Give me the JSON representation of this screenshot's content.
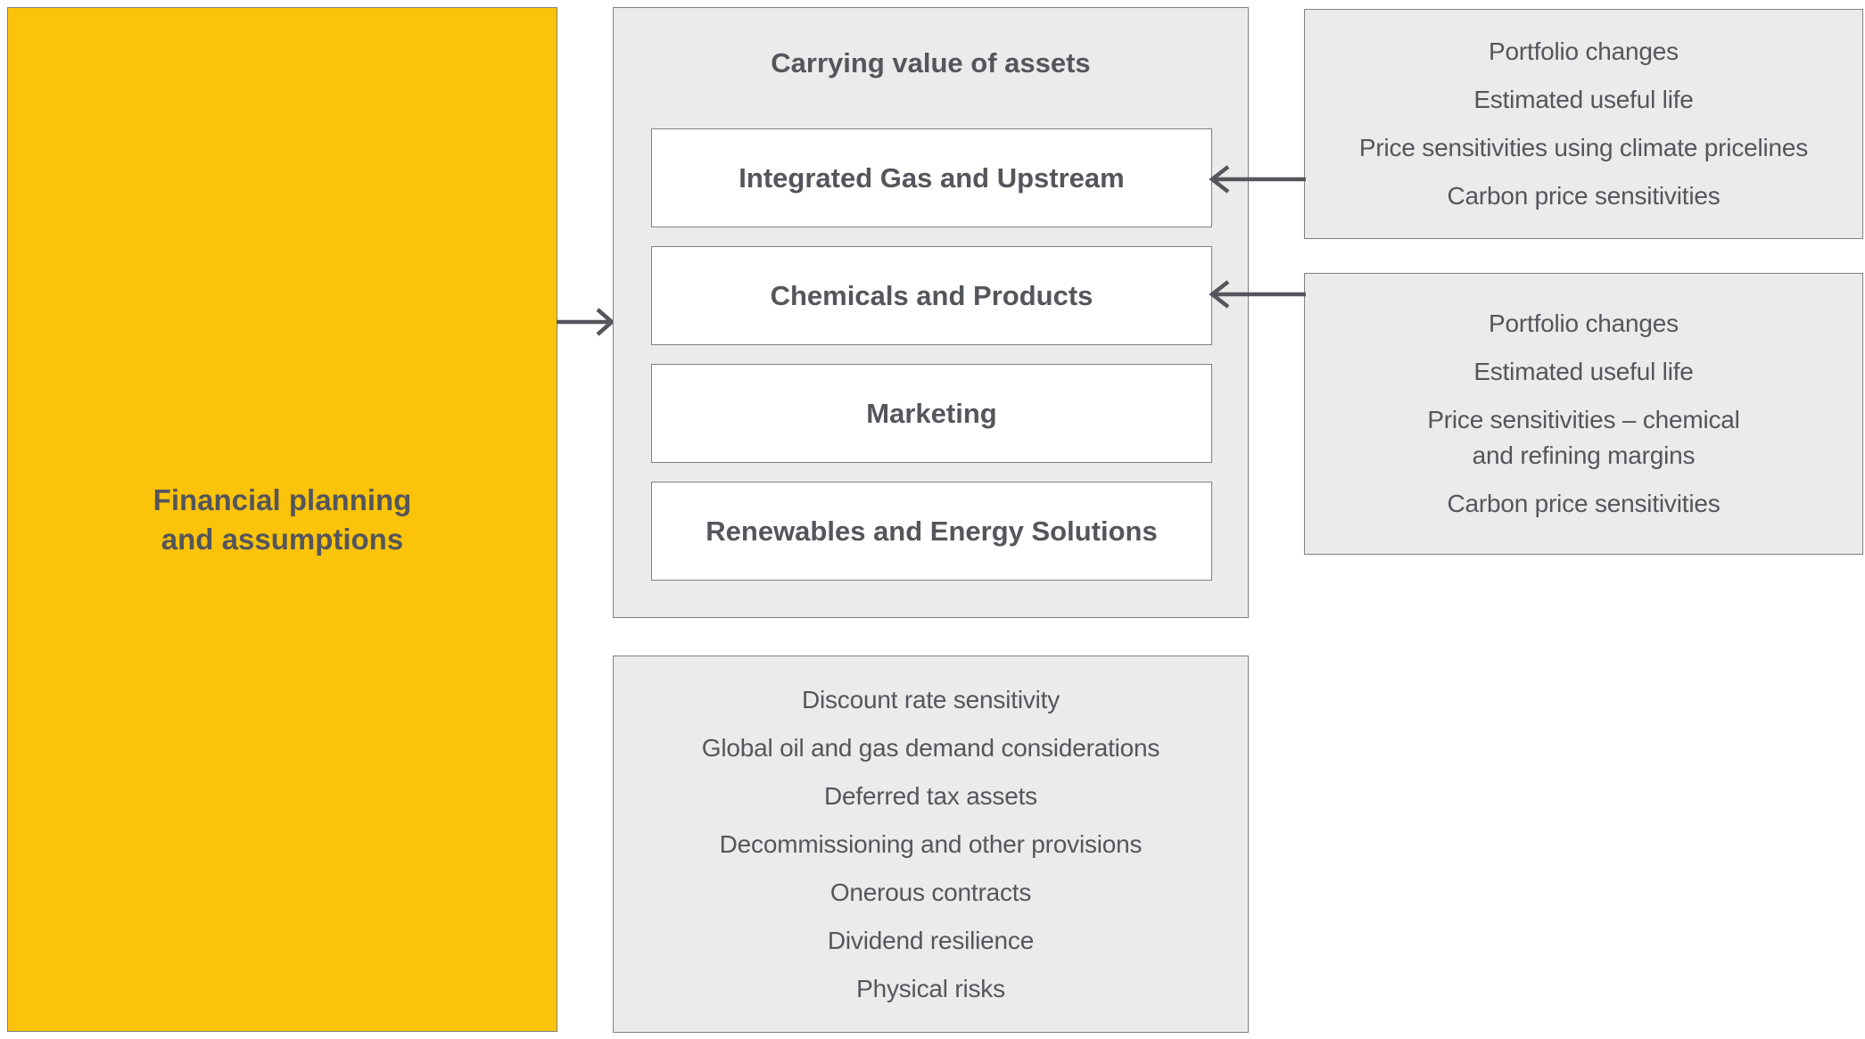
{
  "palette": {
    "yellow": "#FCC30B",
    "panel_bg": "#EBEBEB",
    "panel_border": "#808080",
    "text": "#54565B",
    "arrow": "#54565B"
  },
  "planning": {
    "label": "Financial planning\nand assumptions"
  },
  "carrying": {
    "title": "Carrying value of assets",
    "segments": [
      "Integrated Gas and Upstream",
      "Chemicals and Products",
      "Marketing",
      "Renewables and Energy Solutions"
    ]
  },
  "considerations": {
    "items": [
      "Discount rate sensitivity",
      "Global oil and gas demand considerations",
      "Deferred tax assets",
      "Decommissioning and other provisions",
      "Onerous contracts",
      "Dividend resilience",
      "Physical risks"
    ]
  },
  "upstream_factors": {
    "items": [
      "Portfolio changes",
      "Estimated useful life",
      "Price sensitivities using climate pricelines",
      "Carbon price sensitivities"
    ]
  },
  "chemicals_factors": {
    "items": [
      "Portfolio changes",
      "Estimated useful life",
      "Price sensitivities – chemical\nand refining margins",
      "Carbon price sensitivities"
    ]
  },
  "icons": {
    "arrow_right": "→",
    "arrow_left": "←"
  }
}
